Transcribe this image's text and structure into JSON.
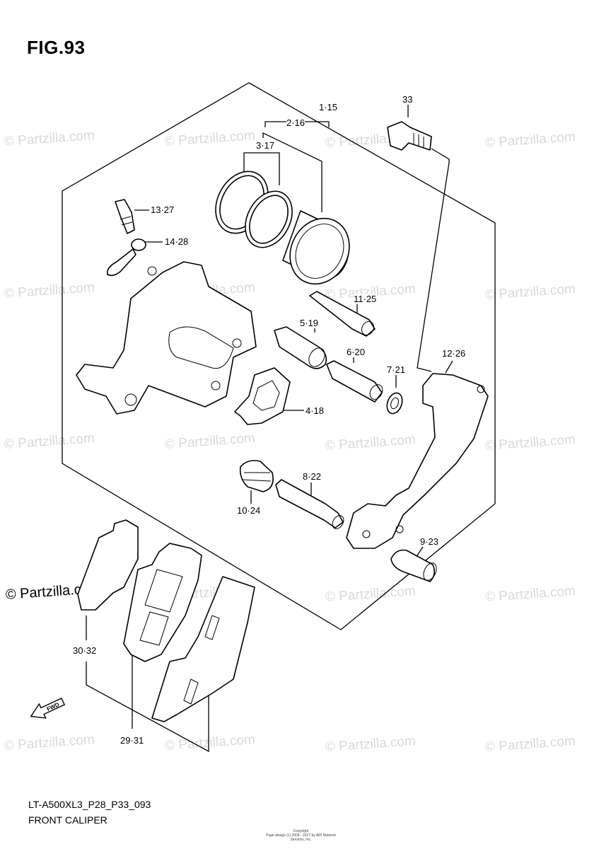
{
  "figure": {
    "title": "FIG.93"
  },
  "callouts": {
    "c1": "1·15",
    "c2": "2·16",
    "c3": "3·17",
    "c4": "4·18",
    "c5": "5·19",
    "c6": "6·20",
    "c7": "7·21",
    "c8": "8·22",
    "c9": "9·23",
    "c10": "10·24",
    "c11": "11·25",
    "c12": "12·26",
    "c13": "13·27",
    "c14": "14·28",
    "c29": "29·31",
    "c30": "30·32",
    "c33": "33"
  },
  "watermark": {
    "text": "© Partzilla.com"
  },
  "footer": {
    "model_code": "LT-A500XL3_P28_P33_093",
    "section_name": "FRONT CALIPER"
  },
  "copyright": {
    "line1": "Copyright",
    "line2": "Page design (c) 2004 - 2017 by ARI Network Services, Inc."
  },
  "fwd_label": "FWD"
}
